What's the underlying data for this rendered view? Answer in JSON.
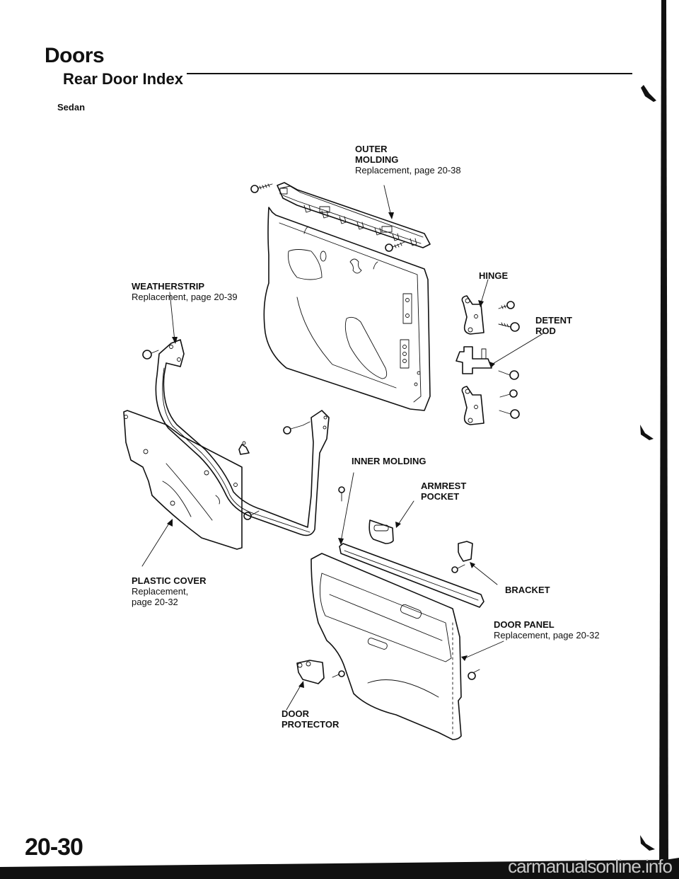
{
  "header": {
    "title": "Doors",
    "subtitle": "Rear Door Index",
    "variant": "Sedan"
  },
  "callouts": {
    "outer_molding": {
      "name_line1": "OUTER",
      "name_line2": "MOLDING",
      "ref": "Replacement, page 20-38"
    },
    "hinge": {
      "name": "HINGE"
    },
    "weatherstrip": {
      "name": "WEATHERSTRIP",
      "ref": "Replacement, page 20-39"
    },
    "detent_rod": {
      "name_line1": "DETENT",
      "name_line2": "ROD"
    },
    "inner_molding": {
      "name": "INNER MOLDING"
    },
    "armrest_pocket": {
      "name_line1": "ARMREST",
      "name_line2": "POCKET"
    },
    "plastic_cover": {
      "name": "PLASTIC COVER",
      "ref_line1": "Replacement,",
      "ref_line2": "page 20-32"
    },
    "bracket": {
      "name": "BRACKET"
    },
    "door_panel": {
      "name": "DOOR PANEL",
      "ref": "Replacement, page 20-32"
    },
    "door_protector": {
      "name_line1": "DOOR",
      "name_line2": "PROTECTOR"
    }
  },
  "footer": {
    "page_number": "20-30",
    "watermark": "carmanualsonline.info"
  }
}
